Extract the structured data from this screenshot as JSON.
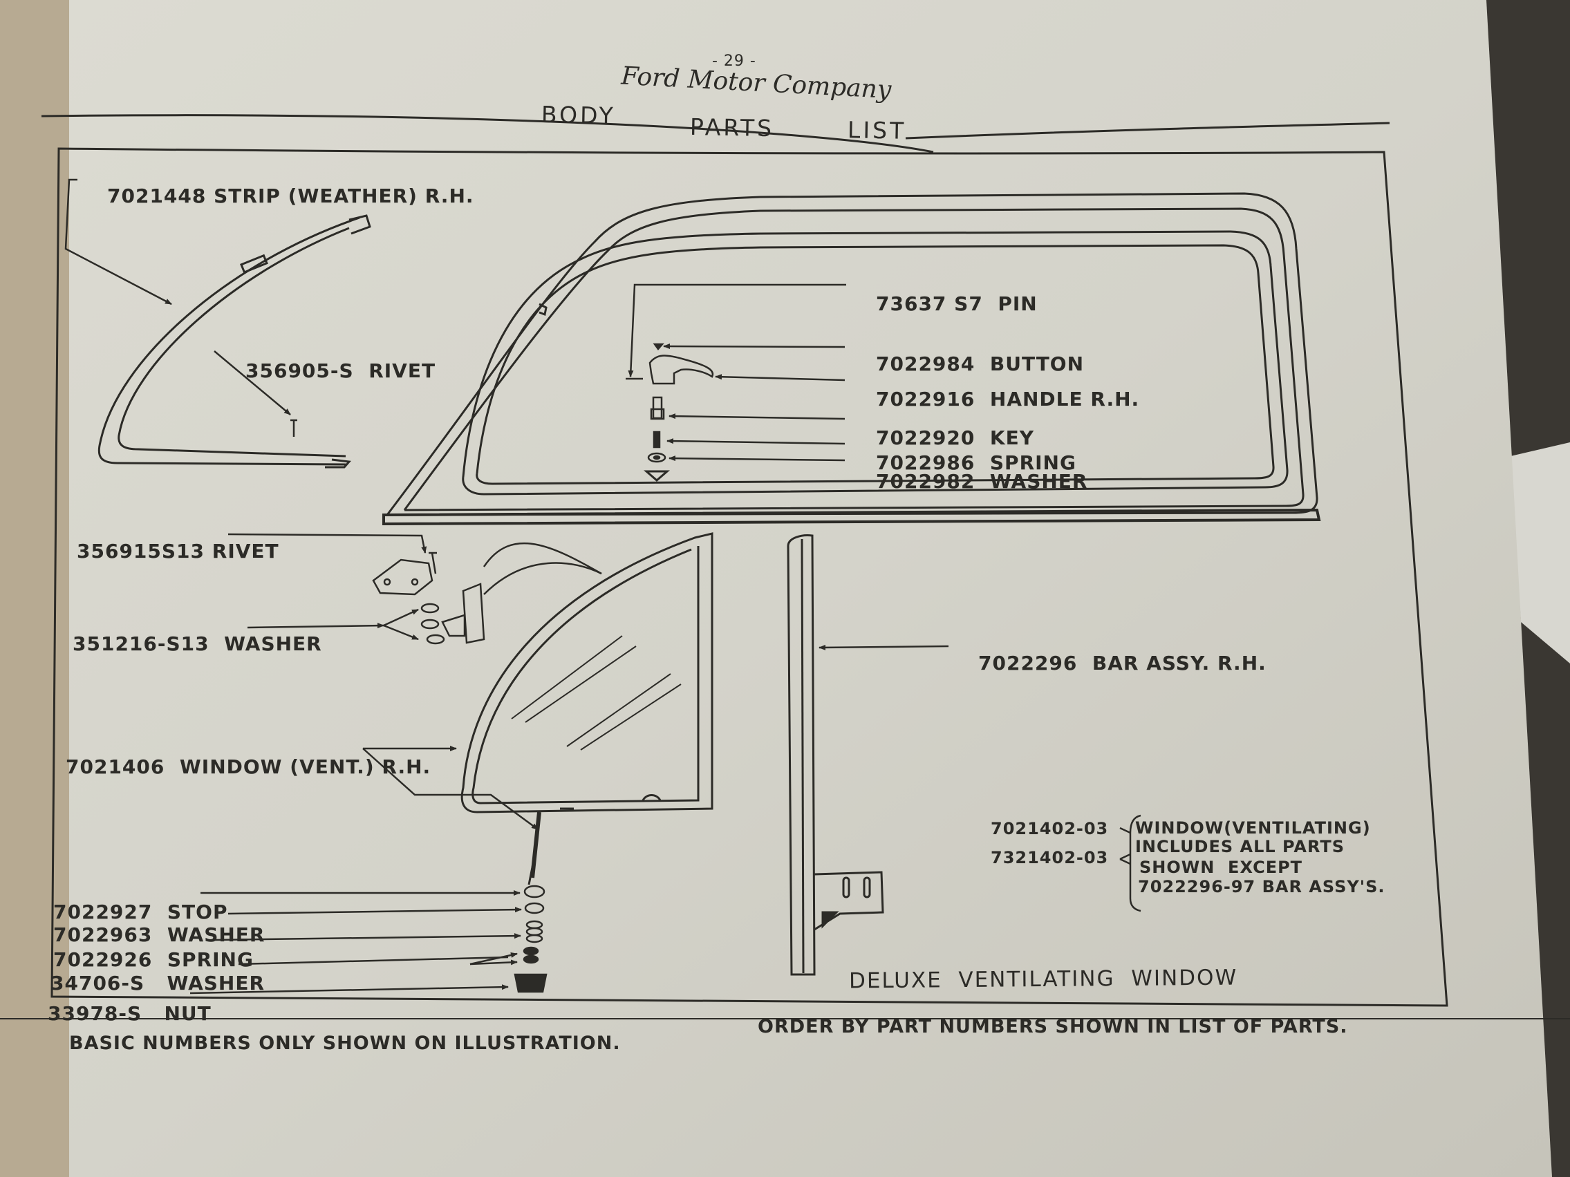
{
  "header": {
    "page_number": "- 29 -",
    "company": "Ford Motor Company",
    "title_words": [
      "BODY",
      "PARTS",
      "LIST"
    ]
  },
  "callouts": {
    "strip": {
      "number": "7021448",
      "name": "STRIP (WEATHER) R.H."
    },
    "rivet_a": {
      "number": "356905-S",
      "name": "RIVET"
    },
    "pin": {
      "number": "73637 S7",
      "name": "PIN"
    },
    "button": {
      "number": "7022984",
      "name": "BUTTON"
    },
    "handle": {
      "number": "7022916",
      "name": "HANDLE R.H."
    },
    "key": {
      "number": "7022920",
      "name": "KEY"
    },
    "spring_a": {
      "number": "7022986",
      "name": "SPRING"
    },
    "washer_a": {
      "number": "7022982",
      "name": "WASHER"
    },
    "rivet_b": {
      "number": "356915S13",
      "name": "RIVET"
    },
    "washer_b": {
      "number": "351216-S13",
      "name": "WASHER"
    },
    "bar": {
      "number": "7022296",
      "name": "BAR ASSY. R.H."
    },
    "window_vent": {
      "number": "7021406",
      "name": "WINDOW (VENT.) R.H."
    },
    "stop": {
      "number": "7022927",
      "name": "STOP"
    },
    "washer_c": {
      "number": "7022963",
      "name": "WASHER"
    },
    "spring_b": {
      "number": "7022926",
      "name": "SPRING"
    },
    "washer_d": {
      "number": "34706-S",
      "name": "WASHER"
    },
    "nut": {
      "number": "33978-S",
      "name": "NUT"
    }
  },
  "assembly_note": {
    "numbers": [
      "7021402-03",
      "7321402-03"
    ],
    "lines": [
      "WINDOW(VENTILATING)",
      "INCLUDES ALL PARTS",
      "SHOWN  EXCEPT",
      "7022296-97 BAR ASSY'S."
    ]
  },
  "caption": "DELUXE  VENTILATING  WINDOW",
  "footer": {
    "left": "BASIC NUMBERS ONLY SHOWN ON ILLUSTRATION.",
    "right": "ORDER BY PART NUMBERS SHOWN IN LIST OF PARTS."
  }
}
